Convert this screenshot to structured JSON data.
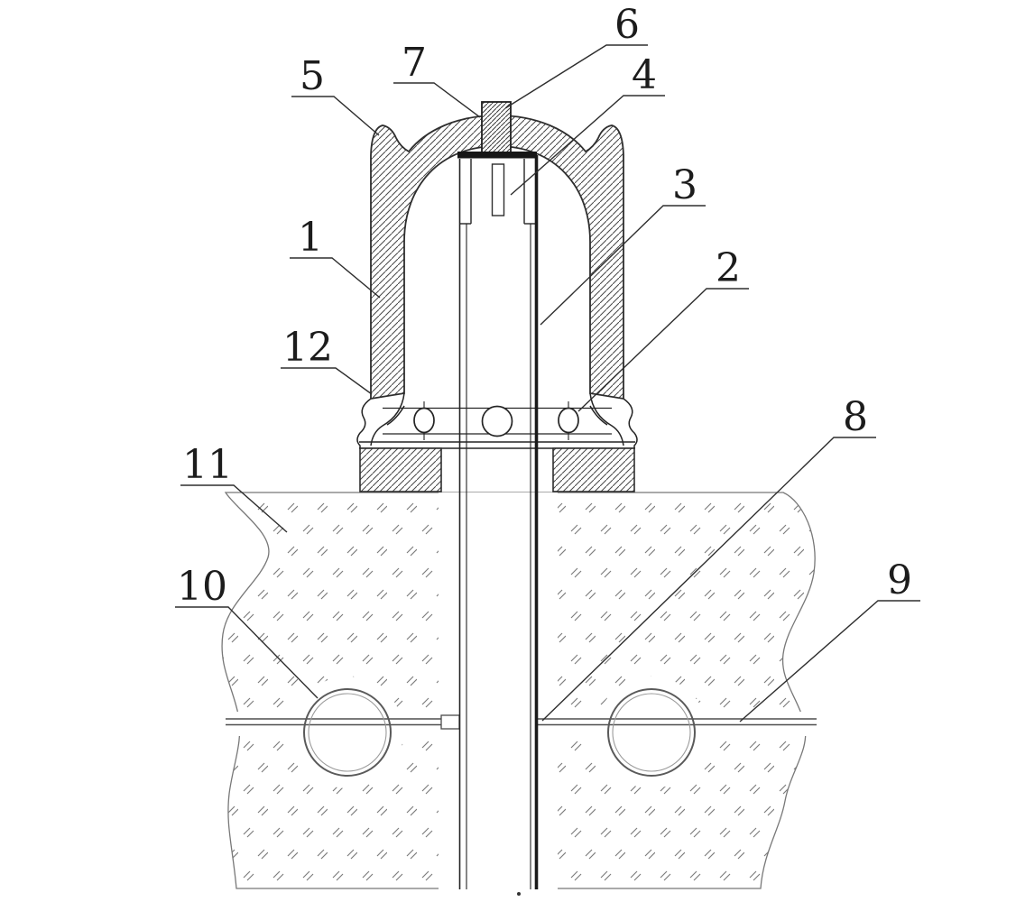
{
  "figure": {
    "kind": "patent-cross-section-diagram",
    "labels": {
      "n1": "1",
      "n2": "2",
      "n3": "3",
      "n4": "4",
      "n5": "5",
      "n6": "6",
      "n7": "7",
      "n8": "8",
      "n9": "9",
      "n10": "10",
      "n11": "11",
      "n12": "12"
    },
    "colors": {
      "ink": "#242424",
      "hatch_line": "#474747",
      "ground_mark": "#7d7d7d",
      "ring": "#5a5a5a"
    }
  }
}
